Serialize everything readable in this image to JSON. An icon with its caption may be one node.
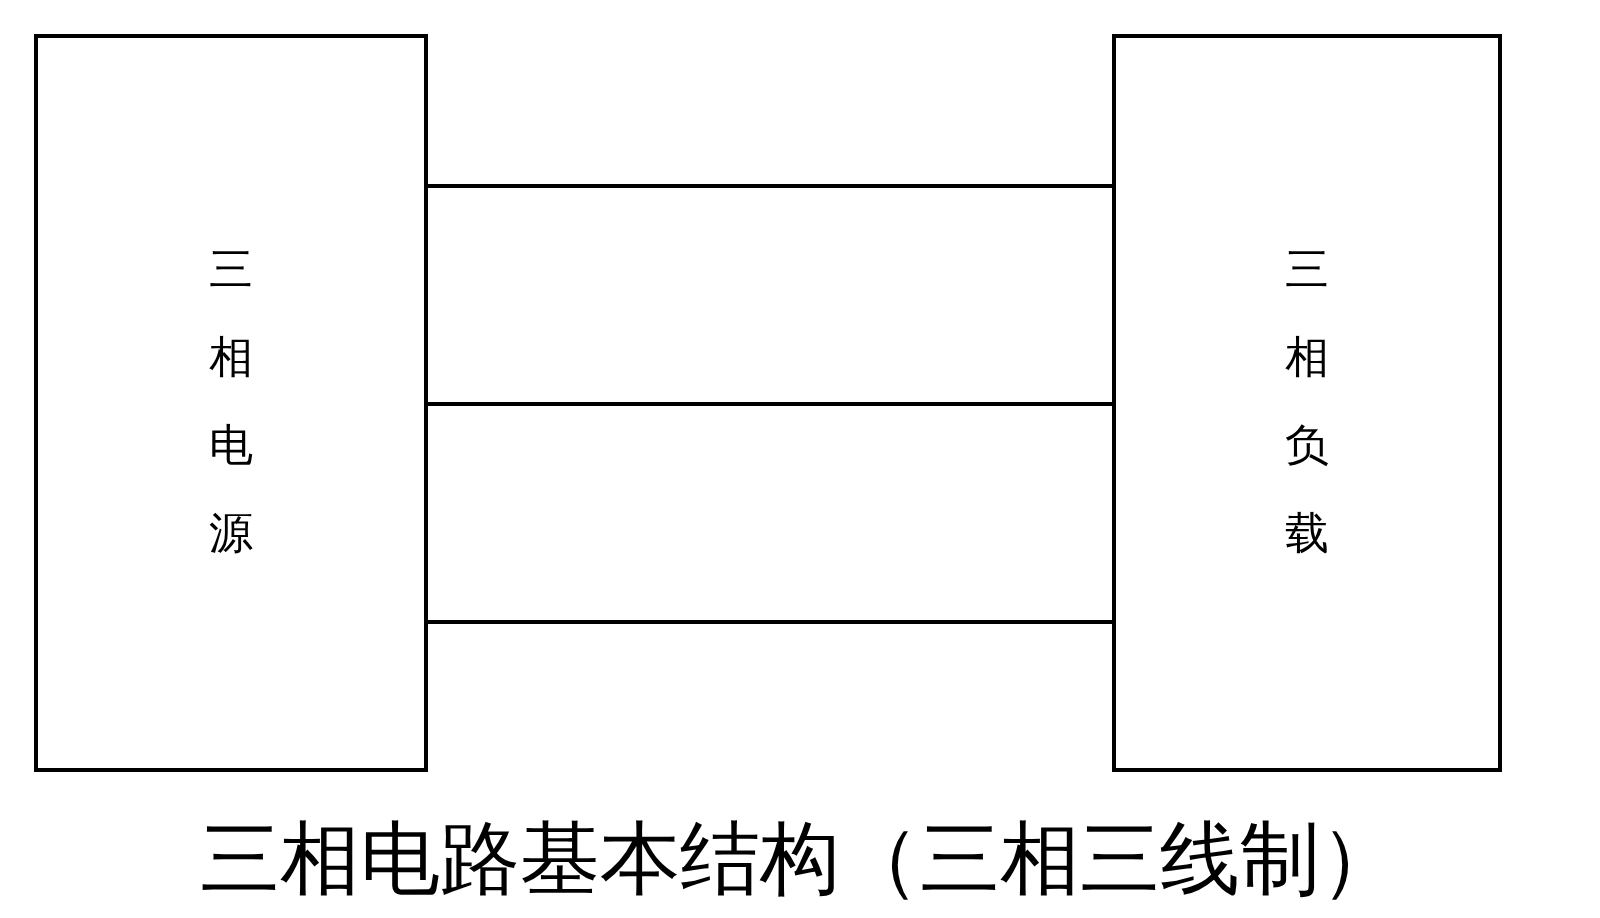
{
  "diagram": {
    "title": "三相电路基本结构（三相三线制）",
    "nodes": [
      {
        "text": [
          "三相电源"
        ]
      },
      {
        "text": [
          "三相负载"
        ]
      }
    ],
    "edges": [
      {
        "from": 0,
        "to": 1,
        "arrow": "none"
      },
      {
        "from": 0,
        "to": 1,
        "arrow": "none"
      },
      {
        "from": 0,
        "to": 1,
        "arrow": "none"
      }
    ]
  }
}
